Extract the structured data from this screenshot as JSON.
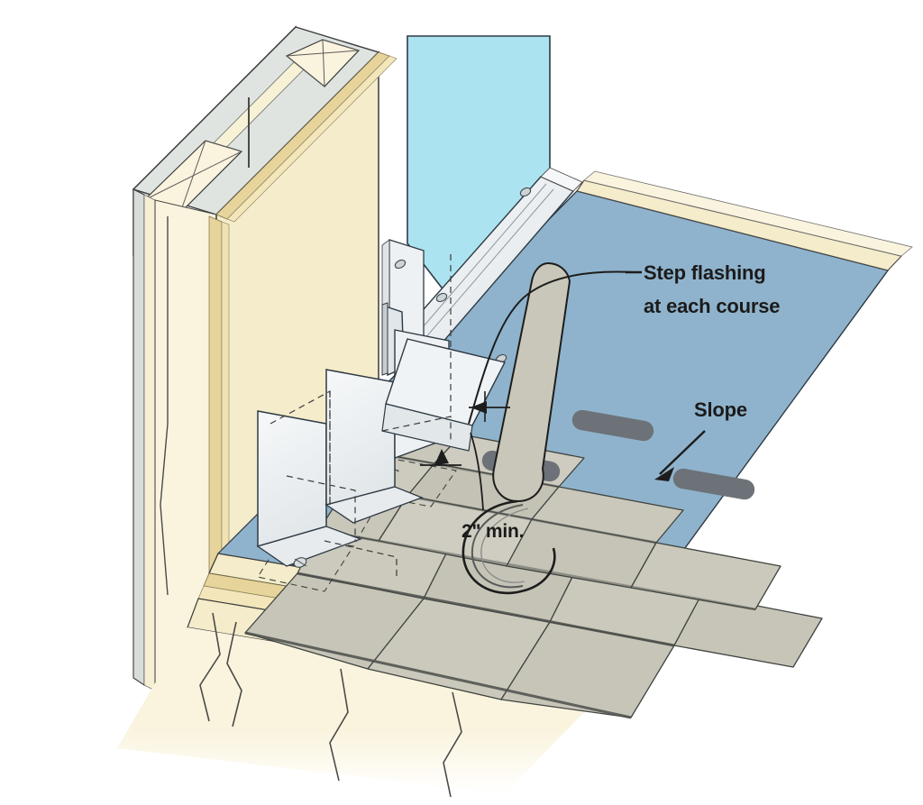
{
  "diagram": {
    "title": "Step flashing at roof-to-wall intersection",
    "background_color": "#ffffff"
  },
  "labels": {
    "step_flashing_line1": "Step flashing",
    "step_flashing_line2": "at each course",
    "slope": "Slope",
    "dimension_min": "2\" min."
  },
  "palette": {
    "wall_cream": "#f4ecca",
    "wall_cream_light": "#faf4de",
    "wall_cream_shadow": "#ece0b4",
    "lumber_tan": "#e6d49a",
    "sheathing_gray": "#e2e6e2",
    "sheathing_gray_dark": "#cdd3cf",
    "wrb_cyan": "#ace3f0",
    "wrb_blue_gray": "#8fb3cc",
    "wrb_blue_gray_dark": "#7fa4bf",
    "shingle_khaki": "#c7c5b8",
    "shingle_khaki_light": "#d2d0c4",
    "shingle_khaki_dark": "#b7b5a7",
    "flashing_white": "#f2f4f6",
    "flashing_white_dim": "#e3e7ea",
    "flashing_shadow": "#cfd6da",
    "metal_light": "#eef1f3",
    "shadow_gray": "#6d7278",
    "line_dark": "#1d1d1d",
    "line_mid": "#4a4a4a",
    "line_thin": "#5c5c5c",
    "text": "#1b1b1b"
  },
  "components": [
    {
      "name": "exterior-wall",
      "material": "sheathed framed wall, cut away",
      "color": "#f4ecca"
    },
    {
      "name": "wall-studs",
      "material": "lumber end-grain with X marks",
      "color": "#faf4de"
    },
    {
      "name": "wall-sheathing",
      "material": "panel sheathing",
      "color": "#e2e6e2"
    },
    {
      "name": "water-resistive-barrier",
      "material": "housewrap over wall",
      "color": "#ace3f0"
    },
    {
      "name": "head-flashing-channel",
      "material": "bent metal flashing with fasteners",
      "color": "#eef1f3"
    },
    {
      "name": "kickout-flashing",
      "material": "diverter tab at eave",
      "color": "#e3e7ea"
    },
    {
      "name": "step-flashing-pieces",
      "material": "L-bent metal, one per shingle course",
      "color": "#f2f4f6"
    },
    {
      "name": "lifted-step-flashing",
      "material": "curled flashing piece, peeled up",
      "color": "#c7c5b8"
    },
    {
      "name": "roof-underlayment",
      "material": "underlayment over deck",
      "color": "#8fb3cc"
    },
    {
      "name": "roof-deck",
      "material": "sheathing and fascia edge",
      "color": "#f4ecca"
    },
    {
      "name": "shingle-courses",
      "material": "asphalt shingles, running bond",
      "color": "#c7c5b8"
    },
    {
      "name": "sealant-strips",
      "material": "tar / shadow strips on roof",
      "color": "#6d7278"
    },
    {
      "name": "break-lines",
      "material": "cut-away zig-zag break symbols",
      "color": "#4a4a4a"
    }
  ],
  "callouts": [
    {
      "name": "step-flashing-callout",
      "text": "Step flashing at each course",
      "leader": "curved leader to lifted flashing piece"
    },
    {
      "name": "slope-callout",
      "text": "Slope",
      "leader": "straight arrow pointing down-slope"
    },
    {
      "name": "dimension-callout",
      "text": "2\" min.",
      "leader": "two dimension arrows at shingle overlap"
    }
  ]
}
